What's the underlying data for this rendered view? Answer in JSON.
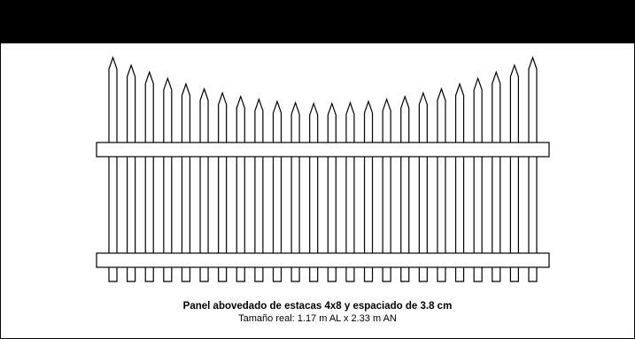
{
  "caption": {
    "title": "Panel abovedado de estacas 4x8 y espaciado de 3.8 cm",
    "subtitle": "Tamaño real: 1.17 m AL x 2.33 m AN"
  },
  "fence": {
    "picket_count": 24,
    "rail_count": 2,
    "shape": "arched (dips in center)",
    "stroke_color": "#000000",
    "fill_color": "#ffffff"
  }
}
